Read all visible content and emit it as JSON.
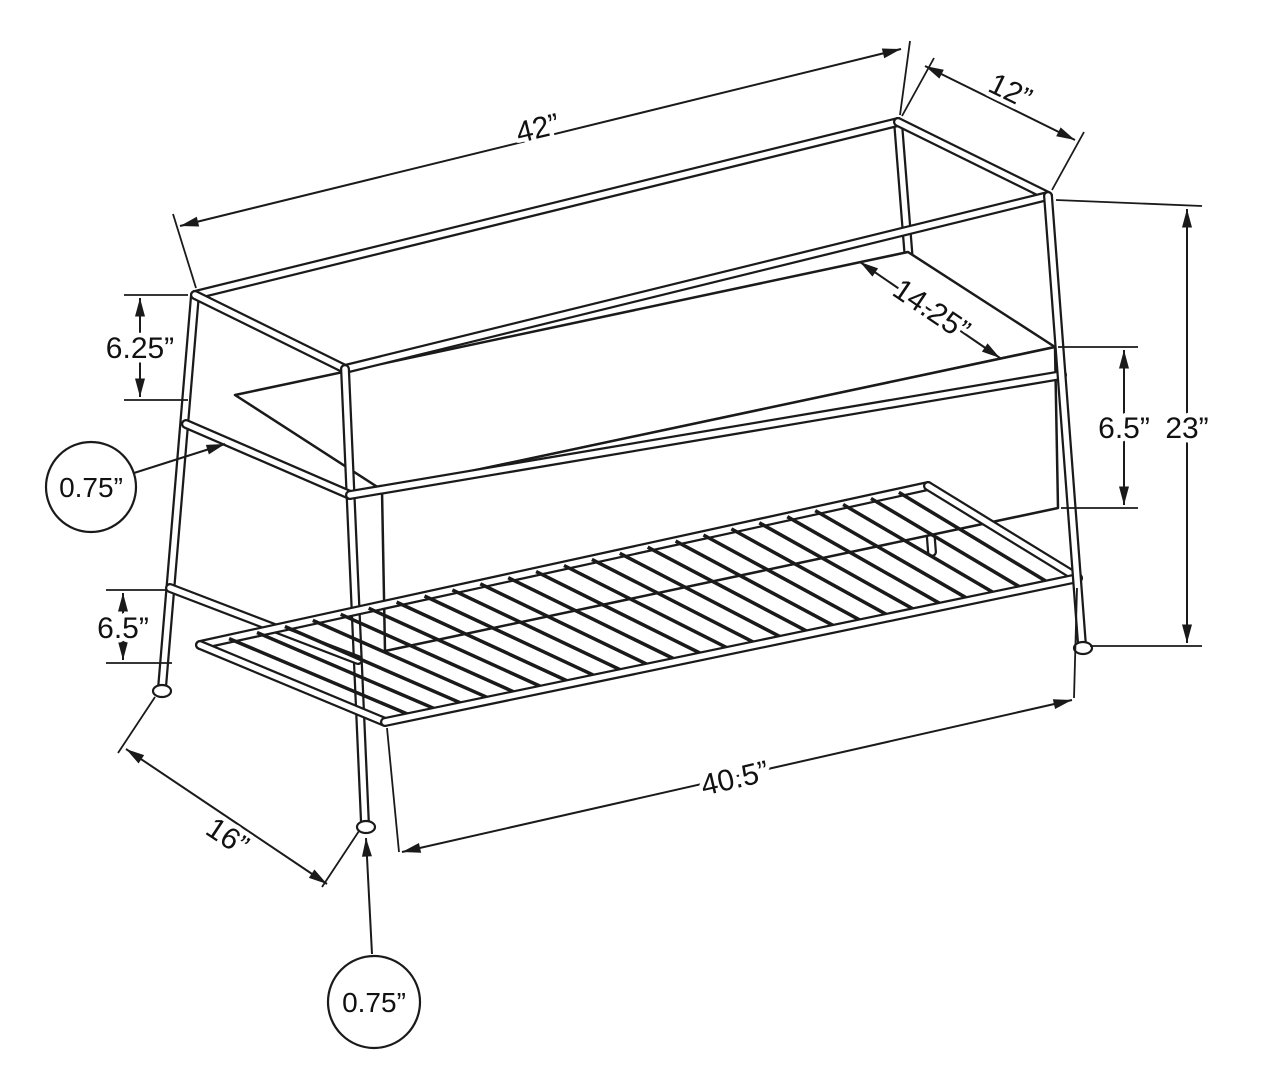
{
  "diagram": {
    "kind": "furniture-dimension-drawing",
    "subject": "storage bench with slatted lower shelf",
    "unit": "inches",
    "line_color": "#1a1a1a",
    "background_color": "#ffffff",
    "dimensions": {
      "top_length": "42”",
      "top_depth": "12”",
      "seat_depth": "14.25”",
      "seat_drop": "6.25”",
      "frame_tube": "0.75”",
      "left_shelf_gap": "6.5”",
      "overall_height": "23”",
      "seat_front_height": "6.5”",
      "base_depth": "16”",
      "base_length": "40.5”",
      "leg_tube": "0.75”"
    }
  }
}
